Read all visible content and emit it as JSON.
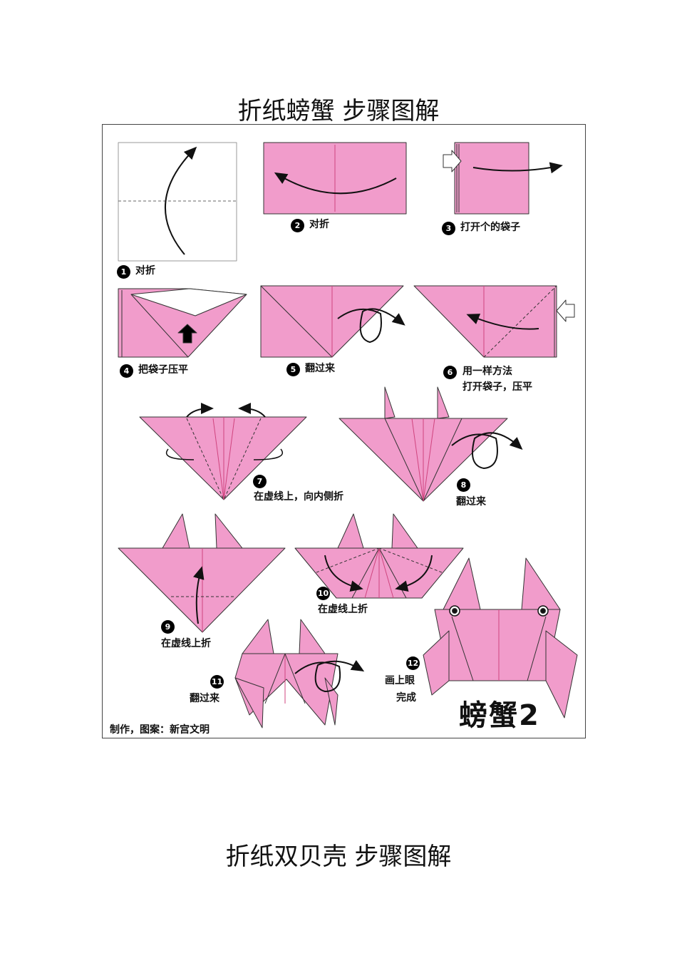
{
  "titles": {
    "crab": "折纸螃蟹 步骤图解",
    "shell": "折纸双贝壳 步骤图解"
  },
  "steps": [
    {
      "number": "1",
      "caption": "对折"
    },
    {
      "number": "2",
      "caption": "对折"
    },
    {
      "number": "3",
      "caption": "打开个的袋子"
    },
    {
      "number": "4",
      "caption": "把袋子压平"
    },
    {
      "number": "5",
      "caption": "翻过来"
    },
    {
      "number": "6",
      "caption": "用一样方法",
      "caption2": "打开袋子，压平"
    },
    {
      "number": "7",
      "caption": "在虚线上，向内侧折"
    },
    {
      "number": "8",
      "caption": "翻过来"
    },
    {
      "number": "9",
      "caption": "在虚线上折"
    },
    {
      "number": "10",
      "caption": "在虚线上折"
    },
    {
      "number": "11",
      "caption": "翻过来"
    },
    {
      "number": "12",
      "caption": "画上眼",
      "caption2": "完成"
    }
  ],
  "credit": "制作，图案：新宫文明",
  "brand": "螃蟹2",
  "colors": {
    "paper_pink": "#f19ccb",
    "outline": "#333333",
    "crease": "#d0457f"
  }
}
